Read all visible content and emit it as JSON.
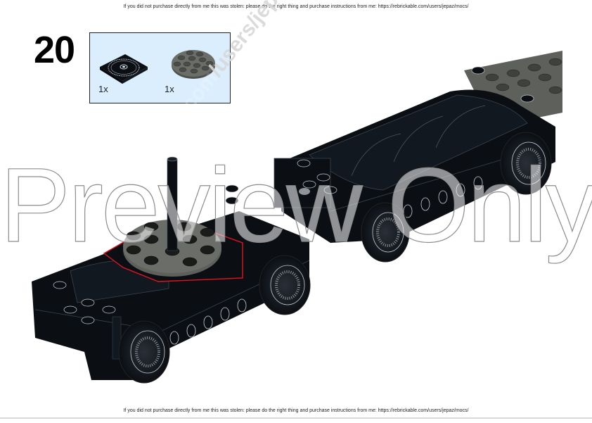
{
  "page": {
    "top_notice": "If you did not purchase directly from me this was stolen: please do the right thing and purchase instructions from me: https://rebrickable.com/users/jepaz/mocs/",
    "bottom_notice": "If you did not purchase directly from me this was stolen: please do the right thing and purchase instructions from me: https://rebrickable.com/users/jepaz/mocs/"
  },
  "step": {
    "number": "20",
    "parts": [
      {
        "name": "turntable-2x2-black",
        "quantity": "1x",
        "color": "#0b0f14"
      },
      {
        "name": "round-plate-4x4-dark-bluish-gray",
        "quantity": "1x",
        "color": "#6b6d68"
      }
    ]
  },
  "watermarks": {
    "preview": "Preview Only",
    "diagonal_prefix": "© rebrickable.com",
    "diagonal_tail": "/users/jepaz/"
  },
  "colors": {
    "parts_box_bg": "#dbeefd",
    "brick_black": "#0b0f14",
    "brick_gray": "#6b6d68",
    "highlight_red": "#e0141e"
  }
}
